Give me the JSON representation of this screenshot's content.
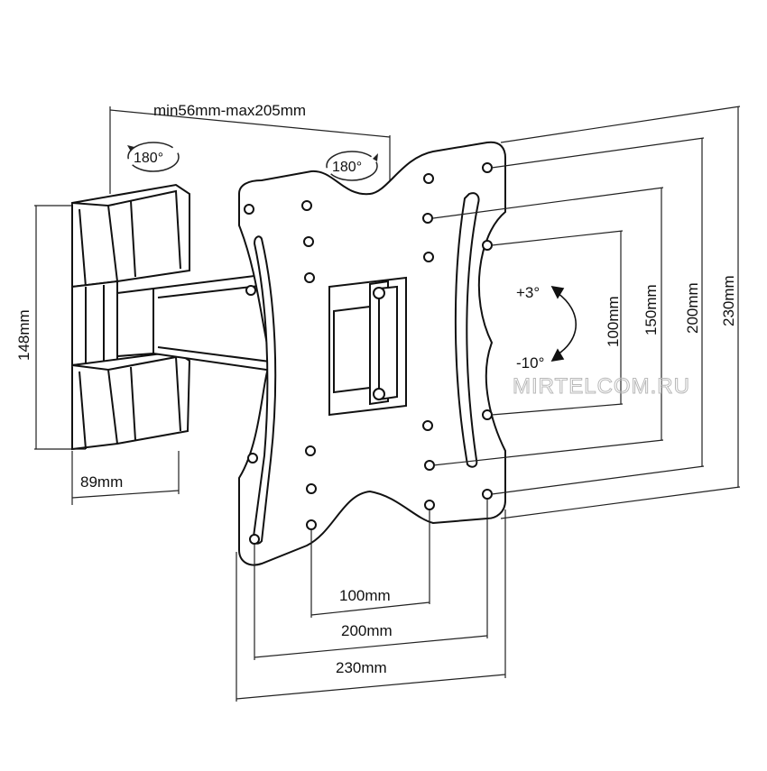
{
  "dimensions": {
    "arm_extension": "min56mm-max205mm",
    "swivel_left": "180°",
    "swivel_right": "180°",
    "wall_plate_height": "148mm",
    "wall_plate_width": "89mm",
    "vesa_h_100": "100mm",
    "vesa_h_200": "200mm",
    "vesa_h_230": "230mm",
    "vesa_v_100": "100mm",
    "vesa_v_150": "150mm",
    "vesa_v_200": "200mm",
    "vesa_v_230": "230mm",
    "tilt_up": "+3°",
    "tilt_down": "-10°"
  },
  "watermark": "MIRTELCOM.RU"
}
